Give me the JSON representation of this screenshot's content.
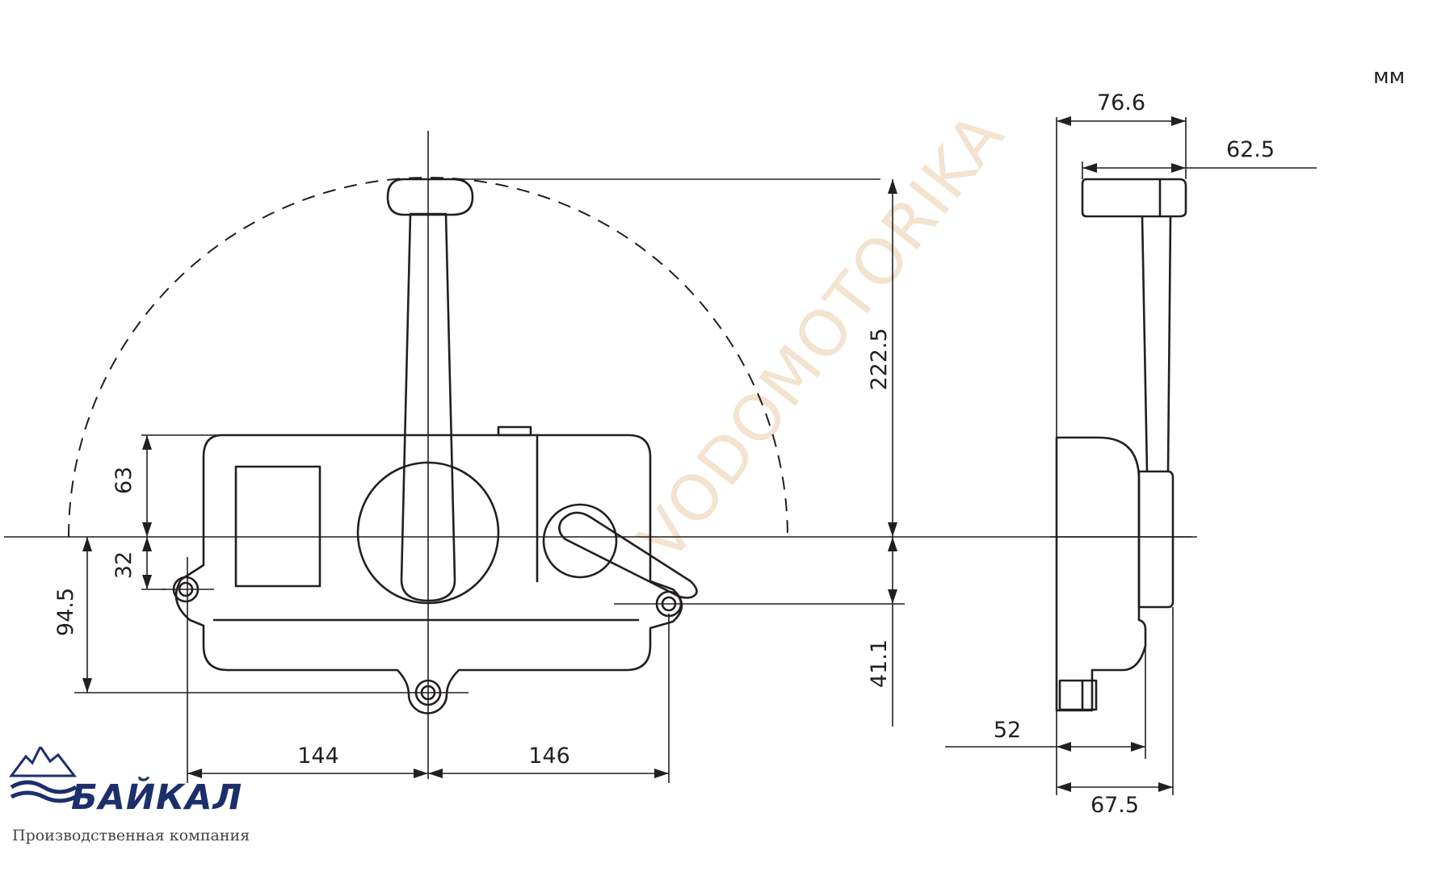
{
  "drawing": {
    "unit": "мм",
    "watermark": "VODOMOTORIKA",
    "dimensions": {
      "side_width_top": "76.6",
      "handle_width": "62.5",
      "lever_height": "222.5",
      "upper_body": "63",
      "lower_offset": "32",
      "left_hole_offset": "94.5",
      "right_hole_offset": "41.1",
      "base_depth": "52",
      "side_width_bottom": "67.5",
      "left_hole_spacing": "144",
      "right_hole_spacing": "146"
    }
  },
  "logo": {
    "name": "БАЙКАЛ",
    "subtitle": "Производственная компания",
    "colors": {
      "brand": "#1c2f6b",
      "mountain": "#1c2f6b"
    }
  }
}
